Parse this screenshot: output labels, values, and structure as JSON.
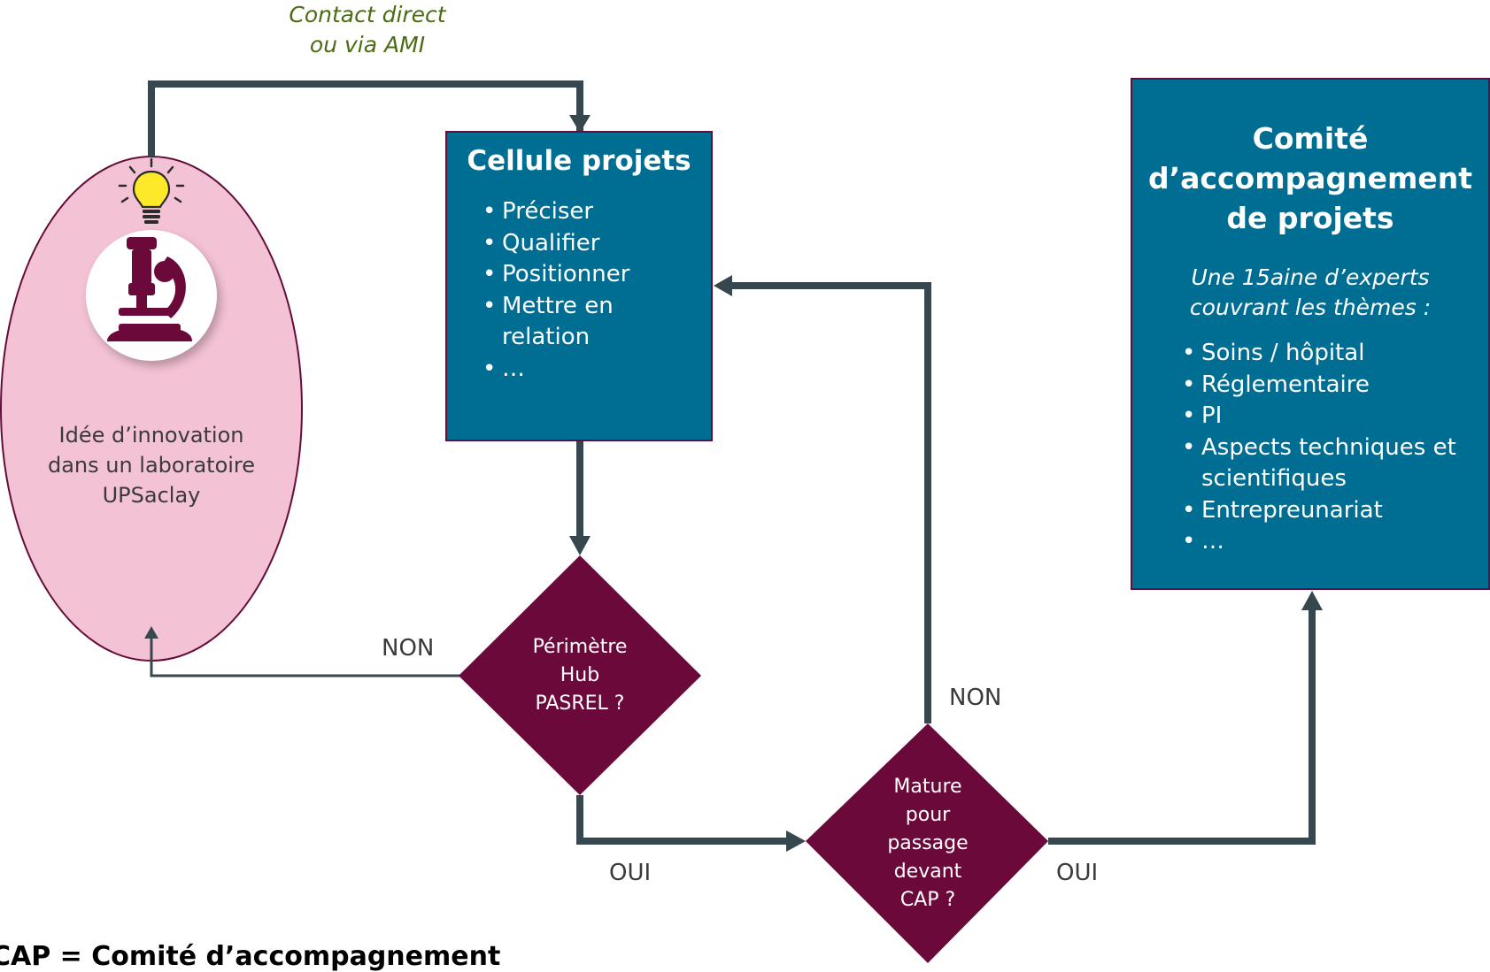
{
  "contact_label": {
    "line1": "Contact direct",
    "line2": "ou via AMI"
  },
  "idea": {
    "line1": "Idée d’innovation",
    "line2": "dans un laboratoire",
    "line3": "UPSaclay"
  },
  "cellule": {
    "title": "Cellule projets",
    "items": [
      "Préciser",
      "Qualifier",
      "Positionner",
      "Mettre en relation",
      "…"
    ]
  },
  "comite": {
    "title": "Comité d’accompagnement de projets",
    "subtitle_line1": "Une 15aine d’experts",
    "subtitle_line2": "couvrant les thèmes :",
    "items": [
      "Soins / hôpital",
      "Réglementaire",
      "PI",
      "Aspects techniques et scientifiques",
      "Entrepreunariat",
      "…"
    ]
  },
  "decision1": {
    "line1": "Périmètre",
    "line2": "Hub",
    "line3": "PASREL ?"
  },
  "decision2": {
    "line1": "Mature",
    "line2": "pour",
    "line3": "passage",
    "line4": "devant",
    "line5": "CAP ?"
  },
  "labels": {
    "non_1": "NON",
    "oui_1": "OUI",
    "non_2": "NON",
    "oui_2": "OUI"
  },
  "footer": "CAP = Comité d’accompagnement",
  "colors": {
    "box_blue": "#006d93",
    "box_border": "#640d3a",
    "diamond": "#6b0a3a",
    "ellipse_fill": "#f4c2d5",
    "connector": "#37474f",
    "accent_italic": "#4d6b12"
  }
}
